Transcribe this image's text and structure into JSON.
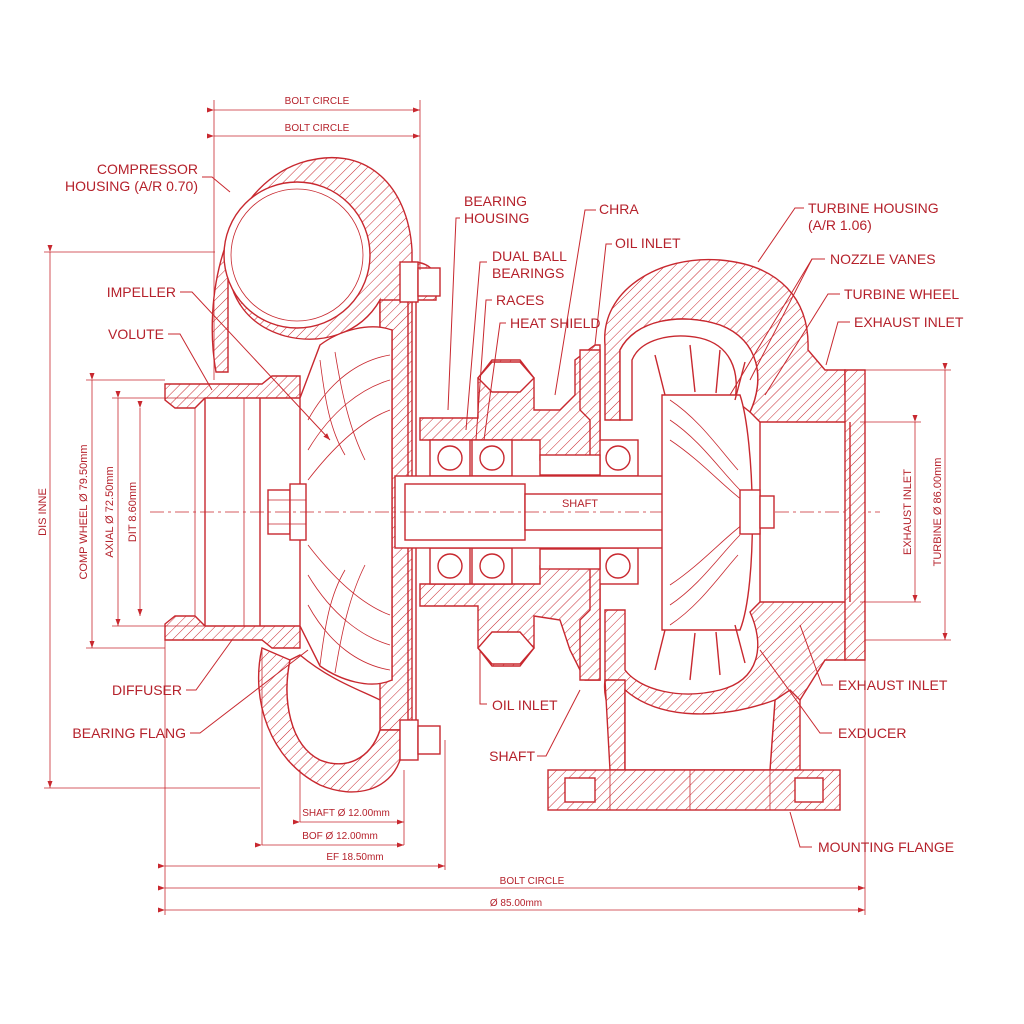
{
  "colors": {
    "line": "#c8282f",
    "text": "#b5212b",
    "background": "#ffffff"
  },
  "labels": {
    "compressor_housing_line1": "COMPRESSOR",
    "compressor_housing_line2": "HOUSING (A/R 0.70)",
    "impeller": "IMPELLER",
    "volute": "VOLUTE",
    "diffuser": "DIFFUSER",
    "bearing_flang": "BEARING FLANG",
    "bearing_housing_line1": "BEARING",
    "bearing_housing_line2": "HOUSING",
    "dual_ball_bearings_line1": "DUAL BALL",
    "dual_ball_bearings_line2": "BEARINGS",
    "races": "RACES",
    "heat_shield": "HEAT SHIELD",
    "chra": "CHRA",
    "oil_inlet_top": "OIL INLET",
    "oil_inlet_bottom": "OIL INLET",
    "shaft_bottom": "SHAFT",
    "shaft_center": "SHAFT",
    "turbine_housing_line1": "TURBINE HOUSING",
    "turbine_housing_line2": "(A/R 1.06)",
    "nozzle_vanes": "NOZZLE VANES",
    "turbine_wheel": "TURBINE WHEEL",
    "exhaust_inlet_top": "EXHAUST INLET",
    "exhaust_inlet_bottom": "EXHAUST INLET",
    "exducer": "EXDUCER",
    "mounting_flange": "MOUNTING FLANGE"
  },
  "dimensions": {
    "bolt_circle_top1": "BOLT CIRCLE",
    "bolt_circle_top2": "BOLT CIRCLE",
    "dis_inne": "DIS INNE",
    "comp_wheel": "COMP WHEEL Ø 79.50mm",
    "axial": "AXIAL Ø 72.50mm",
    "dit": "DIT 8.60mm",
    "exhaust_inlet_vertical": "EXHAUST INLET",
    "turbine": "TURBINE Ø 86.00mm",
    "shaft_dim": "SHAFT Ø 12.00mm",
    "bof_dim": "BOF Ø 12.00mm",
    "ef_dim": "EF 18.50mm",
    "bolt_circle_bottom": "BOLT CIRCLE",
    "overall_dim": "Ø 85.00mm"
  }
}
